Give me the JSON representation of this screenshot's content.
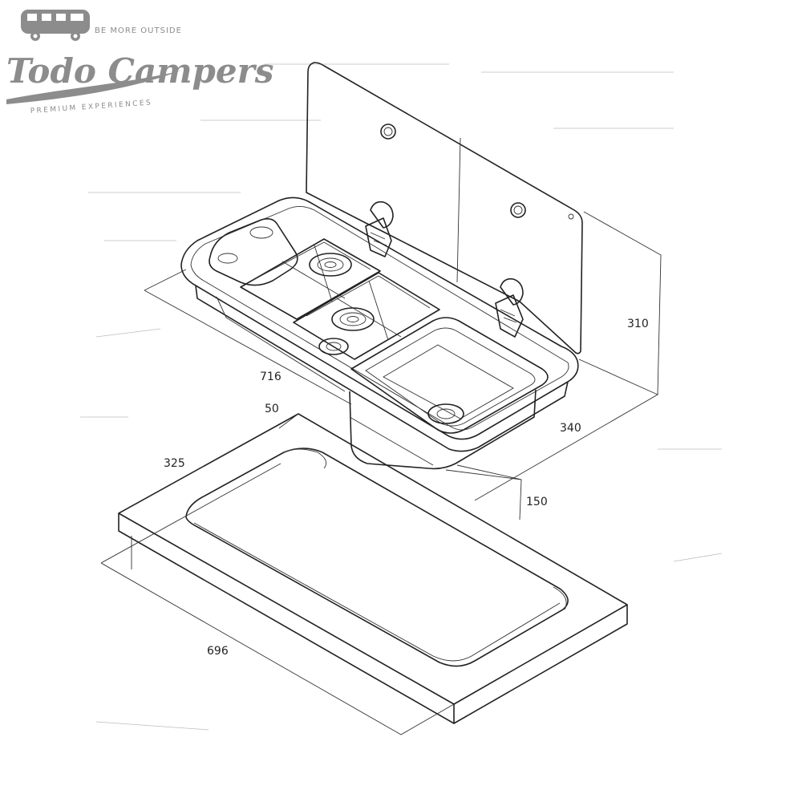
{
  "logo": {
    "tagline_top": "BE MORE OUTSIDE",
    "brand": "Todo Campers",
    "tagline_bottom": "PREMIUM EXPERIENCES",
    "color": "#8c8c8c"
  },
  "dimensions": {
    "lid_height": "310",
    "depth": "340",
    "bowl_depth": "150",
    "length": "716",
    "cutout_radius": "50",
    "cutout_width": "325",
    "cutout_length": "696"
  },
  "colors": {
    "line": "#222222",
    "background": "#ffffff"
  }
}
